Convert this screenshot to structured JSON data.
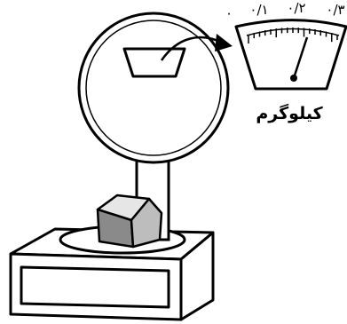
{
  "dial": {
    "tick_labels": [
      "۰",
      "۰/۱",
      "۰/۲",
      "۰/۳"
    ],
    "unit_label": "کیلوگرم"
  },
  "colors": {
    "line": "#000000",
    "background": "#ffffff",
    "object_shade_dark": "#8a8a8a",
    "object_shade_mid": "#bdbdbd",
    "object_shade_light": "#e6e6e6"
  },
  "icons": {
    "scale": "kitchen-scale-icon",
    "object": "stone-cube-icon",
    "arrow": "zoom-arrow-icon"
  }
}
